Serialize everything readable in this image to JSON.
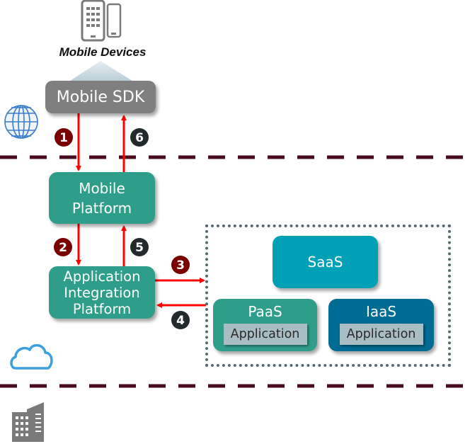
{
  "diagram": {
    "devices": {
      "caption": "Mobile Devices",
      "icon": "mobile-devices-icon"
    },
    "zones": [
      {
        "name": "internet",
        "icon": "globe-icon"
      },
      {
        "name": "cloud",
        "icon": "cloud-icon"
      },
      {
        "name": "on-premises",
        "icon": "building-icon"
      }
    ],
    "nodes": {
      "mobile_sdk": "Mobile SDK",
      "mobile_platform": [
        "Mobile",
        "Platform"
      ],
      "app_integration_platform": [
        "Application",
        "Integration",
        "Platform"
      ],
      "saas": "SaaS",
      "paas": "PaaS",
      "iaas": "IaaS",
      "paas_app": "Application",
      "iaas_app": "Application"
    },
    "steps": [
      {
        "n": "1",
        "from": "Mobile SDK",
        "to": "Mobile Platform",
        "badge_color": "#7a0000"
      },
      {
        "n": "2",
        "from": "Mobile Platform",
        "to": "Application Integration Platform",
        "badge_color": "#7a0000"
      },
      {
        "n": "3",
        "from": "Application Integration Platform",
        "to": "Cloud Services",
        "badge_color": "#7a0000"
      },
      {
        "n": "4",
        "from": "Cloud Services",
        "to": "Application Integration Platform",
        "badge_color": "#222a2c"
      },
      {
        "n": "5",
        "from": "Application Integration Platform",
        "to": "Mobile Platform",
        "badge_color": "#222a2c"
      },
      {
        "n": "6",
        "from": "Mobile Platform",
        "to": "Mobile SDK",
        "badge_color": "#222a2c"
      }
    ],
    "colors": {
      "arrow": "#ff0000",
      "boundary": "#4a0a1e",
      "teal": "#2e9e8a",
      "saas": "#00a0b6",
      "iaas": "#006b93",
      "sdk": "#7f7f7f",
      "app_label": "#a9bec4",
      "container_border": "#546a73"
    }
  }
}
